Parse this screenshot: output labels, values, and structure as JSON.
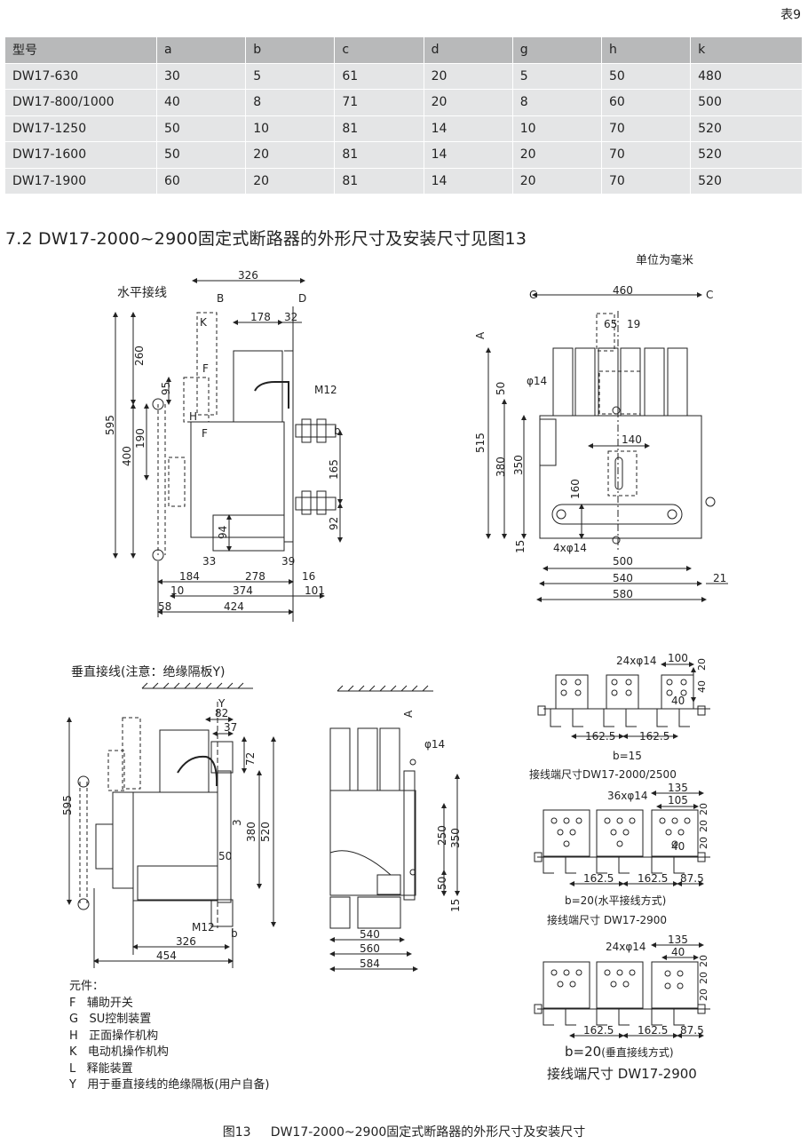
{
  "corner_label": "表9",
  "table": {
    "headers": [
      "型号",
      "a",
      "b",
      "c",
      "d",
      "g",
      "h",
      "k"
    ],
    "rows": [
      [
        "DW17-630",
        "30",
        "5",
        "61",
        "20",
        "5",
        "50",
        "480"
      ],
      [
        "DW17-800/1000",
        "40",
        "8",
        "71",
        "20",
        "8",
        "60",
        "500"
      ],
      [
        "DW17-1250",
        "50",
        "10",
        "81",
        "14",
        "10",
        "70",
        "520"
      ],
      [
        "DW17-1600",
        "50",
        "20",
        "81",
        "14",
        "20",
        "70",
        "520"
      ],
      [
        "DW17-1900",
        "60",
        "20",
        "81",
        "14",
        "20",
        "70",
        "520"
      ]
    ]
  },
  "section_title": "7.2  DW17-2000~2900固定式断路器的外形尺寸及安装尺寸见图13",
  "unit_note": "单位为毫米",
  "drawing_side": {
    "title": "水平接线",
    "dims": {
      "d326": "326",
      "d178": "178",
      "d32": "32",
      "d260": "260",
      "d595": "595",
      "d95": "95",
      "d190": "190",
      "d400": "400",
      "d165": "165",
      "d94": "94",
      "d92": "92",
      "d33": "33",
      "d39": "39",
      "d184": "184",
      "d278": "278",
      "d16": "16",
      "d10": "10",
      "d374": "374",
      "d101": "101",
      "d58": "58",
      "d424": "424"
    },
    "labels": {
      "B": "B",
      "D": "D",
      "K": "K",
      "F1": "F",
      "F2": "F",
      "H": "H",
      "M12": "M12",
      "b": "b"
    }
  },
  "drawing_front": {
    "dims": {
      "d460": "460",
      "d65": "65",
      "d19": "19",
      "phi14": "φ14",
      "d50": "50",
      "d515": "515",
      "d380": "380",
      "d350": "350",
      "d140": "140",
      "d160": "160",
      "d15": "15",
      "holes": "4xφ14",
      "d500": "500",
      "d540": "540",
      "d580": "580",
      "d21": "21"
    },
    "labels": {
      "C1": "C",
      "C2": "C",
      "A": "A"
    }
  },
  "drawing_vertical": {
    "title": "垂直接线(注意：绝缘隔板Y)",
    "dims": {
      "d82": "82",
      "d37": "37",
      "d72": "72",
      "d595": "595",
      "d3": "3",
      "d380": "380",
      "d520": "520",
      "d50": "50",
      "d326": "326",
      "d454": "454"
    },
    "labels": {
      "Y": "Y",
      "M12": "M12",
      "b": "b"
    }
  },
  "drawing_vertical_front": {
    "dims": {
      "phi14": "φ14",
      "d250": "250",
      "d350": "350",
      "d50": "50",
      "d15": "15",
      "d540": "540",
      "d560": "560",
      "d584": "584"
    },
    "labels": {
      "A": "A"
    }
  },
  "terminals": [
    {
      "holes": "24xφ14",
      "d100": "100",
      "d20": "20",
      "d40a": "40",
      "d40b": "40",
      "d1625a": "162.5",
      "d1625b": "162.5",
      "note": "b=15",
      "caption": "接线端尺寸DW17-2000/2500"
    },
    {
      "holes": "36xφ14",
      "d135": "135",
      "d105": "105",
      "d20a": "20",
      "d20b": "20",
      "d20c": "20",
      "d40": "40",
      "d1625a": "162.5",
      "d1625b": "162.5",
      "d875": "87.5",
      "note": "b=20(水平接线方式)",
      "caption": "接线端尺寸 DW17-2900"
    },
    {
      "holes": "24xφ14",
      "d135": "135",
      "d40": "40",
      "d20a": "20",
      "d20b": "20",
      "d20c": "20",
      "d1625a": "162.5",
      "d1625b": "162.5",
      "d875": "87.5",
      "note_main": "b=20",
      "note_sub": "(垂直接线方式)",
      "caption": "接线端尺寸 DW17-2900"
    }
  ],
  "legend": {
    "title": "元件：",
    "items": [
      "F   辅助开关",
      "G   SU控制装置",
      "H   正面操作机构",
      "K   电动机操作机构",
      "L   释能装置",
      "Y   用于垂直接线的绝缘隔板(用户自备)"
    ]
  },
  "caption": "图13     DW17-2000~2900固定式断路器的外形尺寸及安装尺寸"
}
